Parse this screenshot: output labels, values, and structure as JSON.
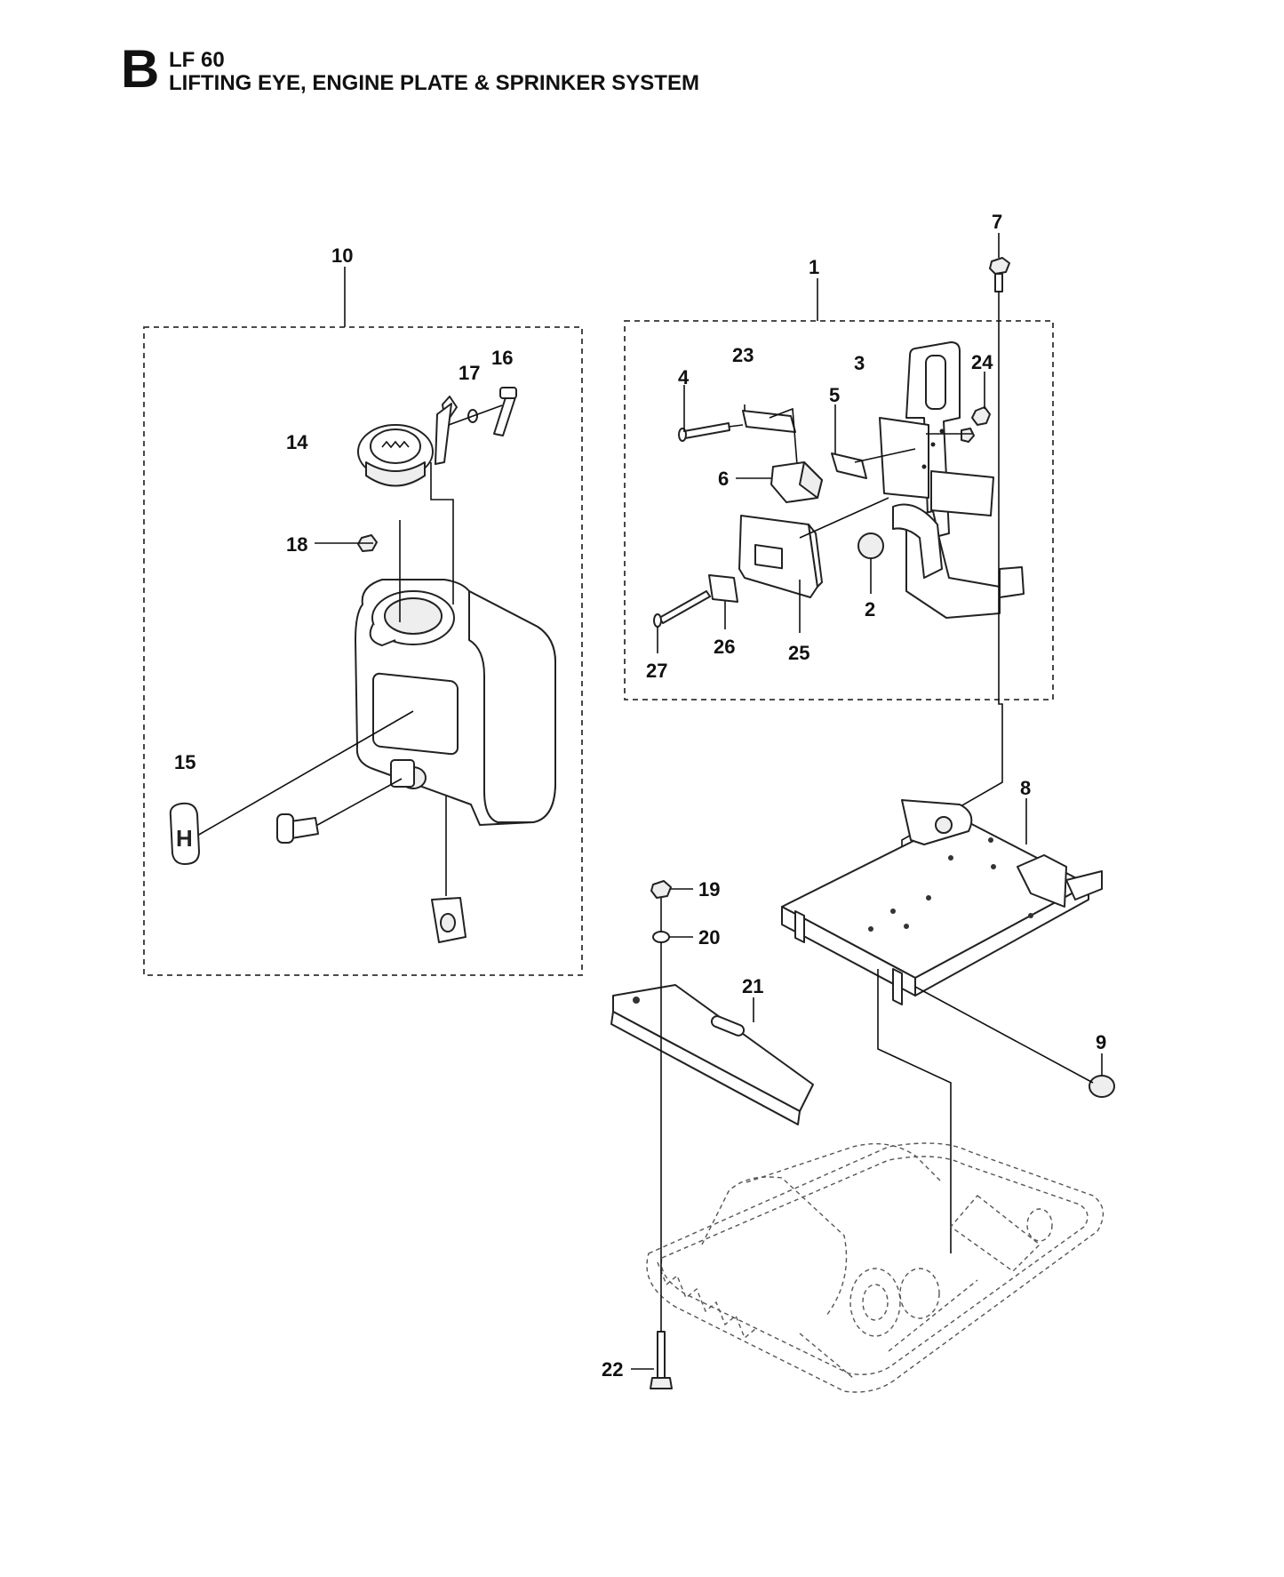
{
  "header": {
    "section_letter": "B",
    "model": "LF 60",
    "title": "LIFTING EYE, ENGINE PLATE & SPRINKER SYSTEM"
  },
  "callouts": {
    "c1": "1",
    "c2": "2",
    "c3": "3",
    "c4": "4",
    "c5": "5",
    "c6": "6",
    "c7": "7",
    "c8": "8",
    "c9": "9",
    "c10": "10",
    "c14": "14",
    "c15": "15",
    "c16": "16",
    "c17": "17",
    "c18": "18",
    "c19": "19",
    "c20": "20",
    "c21": "21",
    "c22": "22",
    "c23": "23",
    "c24": "24",
    "c25": "25",
    "c26": "26",
    "c27": "27"
  }
}
